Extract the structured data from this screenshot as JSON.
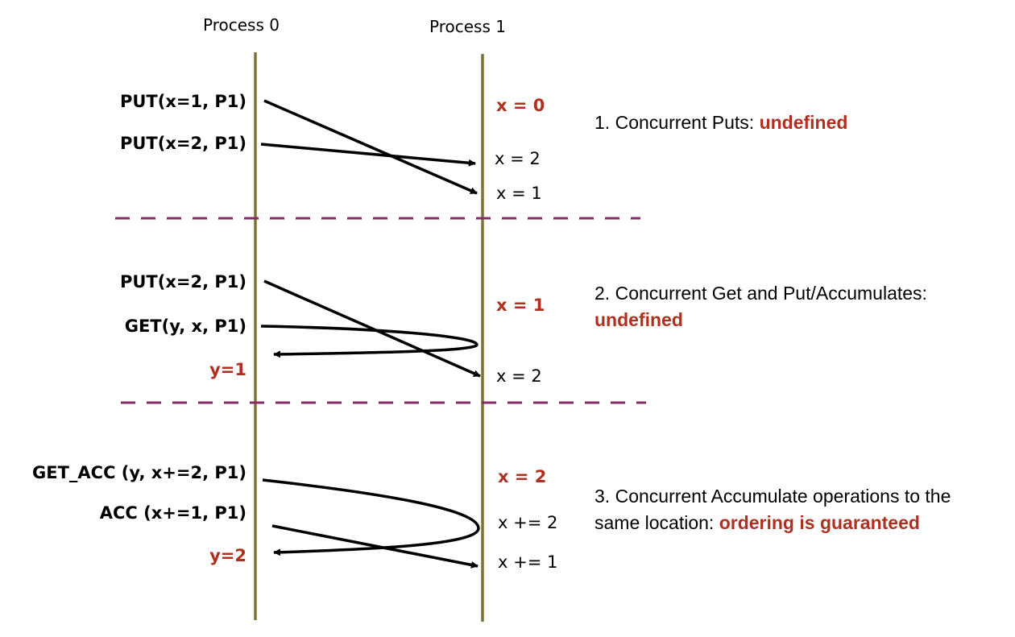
{
  "processes": {
    "p0": "Process 0",
    "p1": "Process 1"
  },
  "colors": {
    "timeline": "#7a7332",
    "divider": "#8b2a6b",
    "highlight": "#b03020",
    "arrow": "#000000"
  },
  "sections": [
    {
      "ops": [
        "PUT(x=1, P1)",
        "PUT(x=2, P1)"
      ],
      "initial_value": "x = 0",
      "events": [
        "x = 2",
        "x = 1"
      ],
      "note": {
        "number": "1.",
        "text": "Concurrent Puts:",
        "highlight": "undefined"
      }
    },
    {
      "ops": [
        "PUT(x=2, P1)",
        "GET(y, x, P1)"
      ],
      "result": "y=1",
      "initial_value": "x = 1",
      "events": [
        "x = 2"
      ],
      "note": {
        "number": "2.",
        "text": "Concurrent Get and Put/Accumulates:",
        "highlight": "undefined"
      }
    },
    {
      "ops": [
        "GET_ACC (y, x+=2, P1)",
        "ACC (x+=1, P1)"
      ],
      "result": "y=2",
      "initial_value": "x = 2",
      "events": [
        "x += 2",
        "x += 1"
      ],
      "note": {
        "number": "3.",
        "text_line1": "Concurrent Accumulate operations to the",
        "text_line2": "same location:",
        "highlight": "ordering is guaranteed"
      }
    }
  ]
}
